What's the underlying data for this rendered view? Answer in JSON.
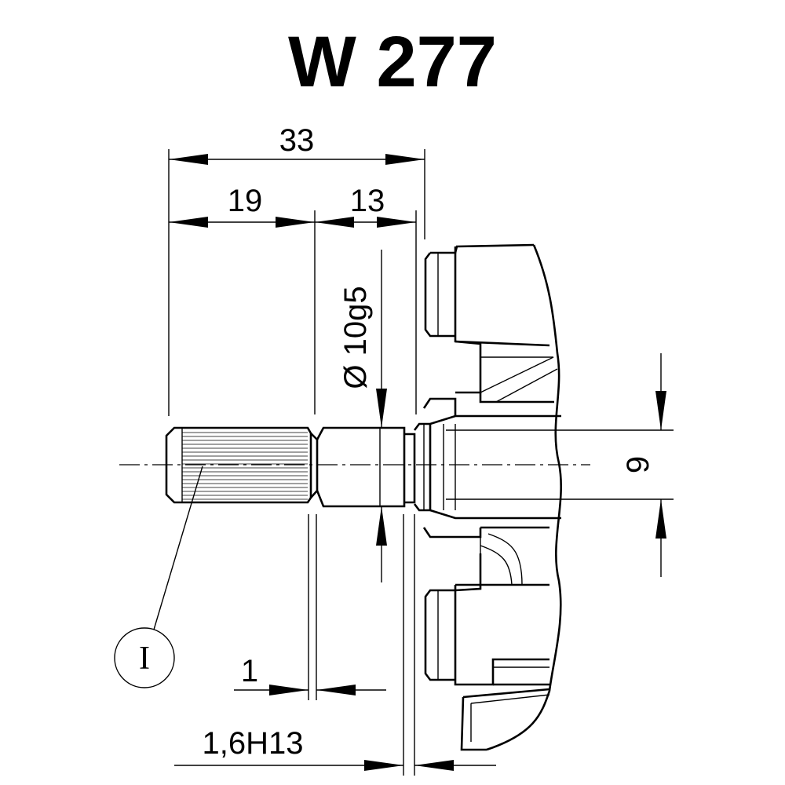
{
  "drawing": {
    "title": "W 277",
    "dimensions": {
      "overall_length": "33",
      "splined_length": "19",
      "journal_length": "13",
      "diameter": "Ø 10g5",
      "flat_width": "9",
      "groove_offset": "1",
      "groove_width": "1,6H13"
    },
    "detail_marker": "I"
  }
}
